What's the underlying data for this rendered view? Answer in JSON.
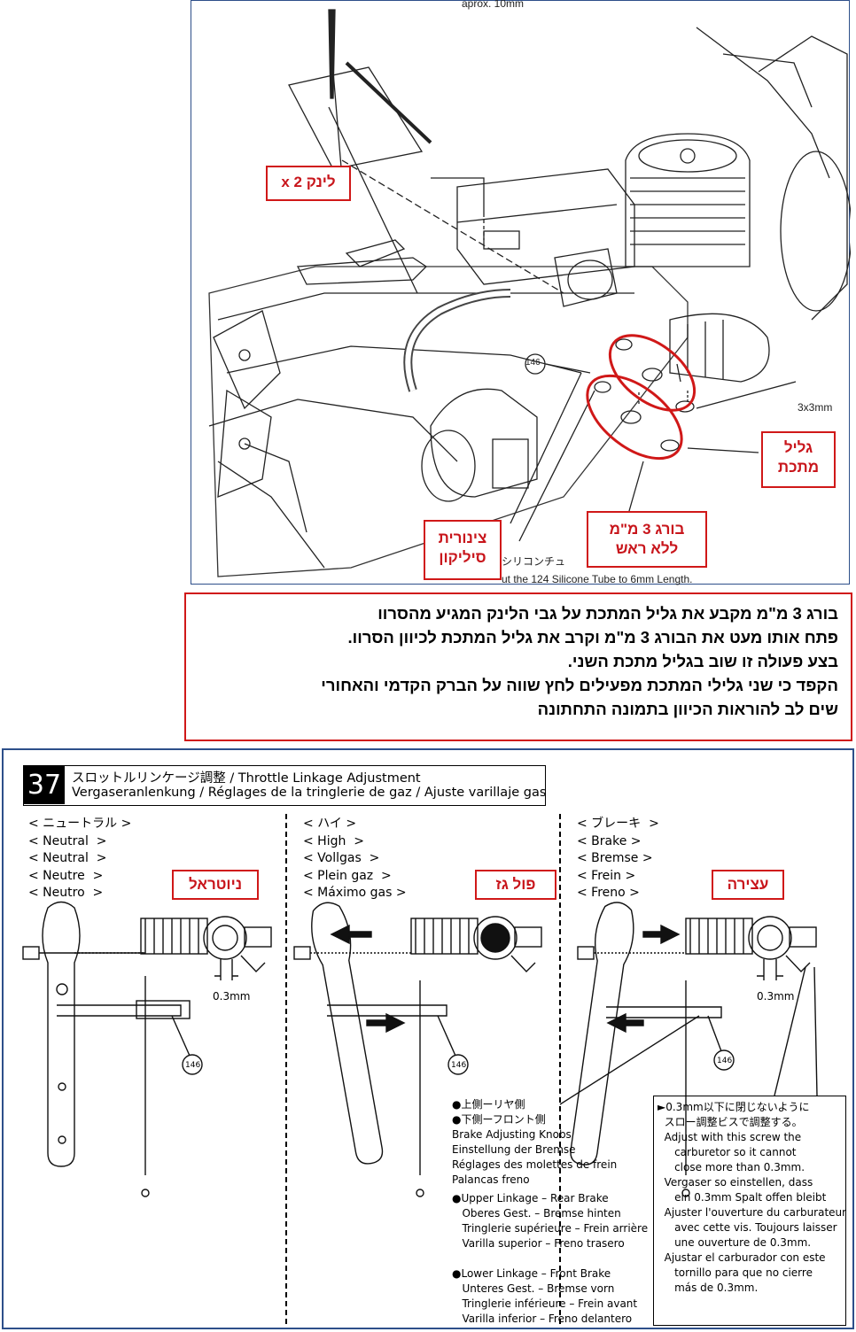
{
  "top_drawing": {
    "header_text": "aprox. 10mm",
    "callouts": {
      "link_label": "לינק x 2",
      "metal_roller": [
        "גליל",
        "מתכת"
      ],
      "headless_screw": [
        "בורג 3 מ\"מ",
        "ללא ראש"
      ],
      "silicone_tube": [
        "צינורית",
        "סיליקון"
      ]
    },
    "part_number": "146",
    "screw_spec": "3x3mm",
    "caption_jp": "シリコンチュ",
    "caption_en": "ut the 124 Silicone Tube to 6mm Length."
  },
  "instructions": {
    "lines": [
      "בורג 3 מ\"מ מקבע את גליל המתכת על גבי הלינק המגיע מהסרוו",
      "פתח אותו מעט את הבורג 3 מ\"מ וקרב את גליל המתכת  לכיוון הסרוו.",
      "בצע פעולה זו שוב בגליל מתכת השני.",
      "הקפד כי שני גלילי המתכת מפעילים לחץ שווה על הברק הקדמי והאחורי",
      "שים לב להוראות הכיוון בתמונה התחתונה"
    ]
  },
  "step": {
    "number": "37",
    "title_line1": "スロットルリンケージ調整 / Throttle Linkage Adjustment",
    "title_line2": "Vergaseranlenkung / Réglages de la tringlerie de gaz / Ajuste varillaje gas"
  },
  "columns": [
    {
      "labels": "< ニュートラル >\n< Neutral  >\n< Neutral  >\n< Neutre  >\n< Neutro  >",
      "badge": "ניוטראל",
      "gap": "0.3mm",
      "part": "146"
    },
    {
      "labels": "< ハイ >\n< High  >\n< Vollgas  >\n< Plein gaz  >\n< Máximo gas >",
      "badge": "פול גז",
      "part": "146"
    },
    {
      "labels": "< ブレーキ  >\n< Brake >\n< Bremse >\n< Frein >\n< Freno >",
      "badge": "עצירה",
      "gap": "0.3mm",
      "part": "146"
    }
  ],
  "brake_notes": "●上側ーリヤ側\n●下側ーフロント側\nBrake Adjusting Knobs\nEinstellung der Bremse\nRéglages des molettes de frein\nPalancas freno",
  "linkage_notes": "●Upper Linkage – Rear Brake\n   Oberes Gest. – Bremse hinten\n   Tringlerie supérieure – Frein arrière\n   Varilla superior – Freno trasero\n\n●Lower Linkage – Front Brake\n   Unteres Gest. – Bremse vorn\n   Tringlerie inférieure – Frein avant\n   Varilla inferior – Freno delantero",
  "carb_note": "►0.3mm以下に閉じないように\n  スロー調整ビスで調整する。\n  Adjust with this screw the\n     carburetor so it cannot\n     close more than 0.3mm.\n  Vergaser so einstellen, dass\n     ein 0.3mm Spalt offen bleibt\n  Ajuster l'ouverture du carburateur\n     avec cette vis. Toujours laisser\n     une ouverture de 0.3mm.\n  Ajustar el carburador con este\n     tornillo para que no cierre\n     más de 0.3mm.",
  "colors": {
    "accent_red": "#d01818",
    "frame_blue": "#2d4f8a"
  }
}
